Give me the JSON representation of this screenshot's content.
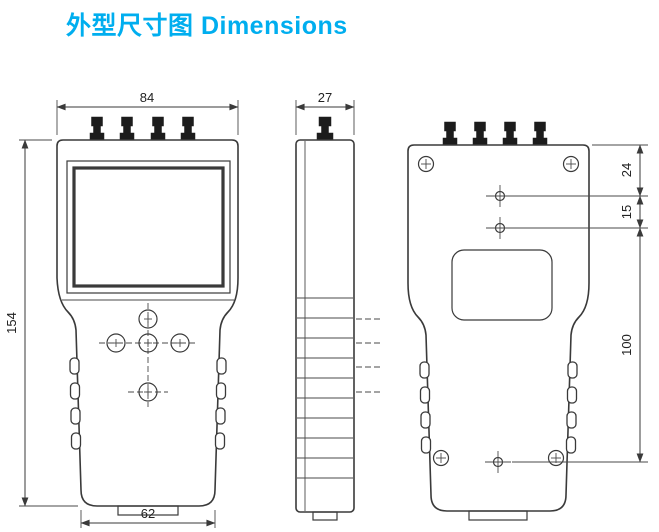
{
  "title": "外型尺寸图 Dimensions",
  "colors": {
    "title_accent": "#00aeef",
    "line": "#3a3a3a"
  },
  "dims": {
    "front_width": "84",
    "side_depth": "27",
    "front_height": "154",
    "bottom_width": "62",
    "back_hole_top": "24",
    "back_hole_gap": "15",
    "back_hole_span": "100"
  }
}
